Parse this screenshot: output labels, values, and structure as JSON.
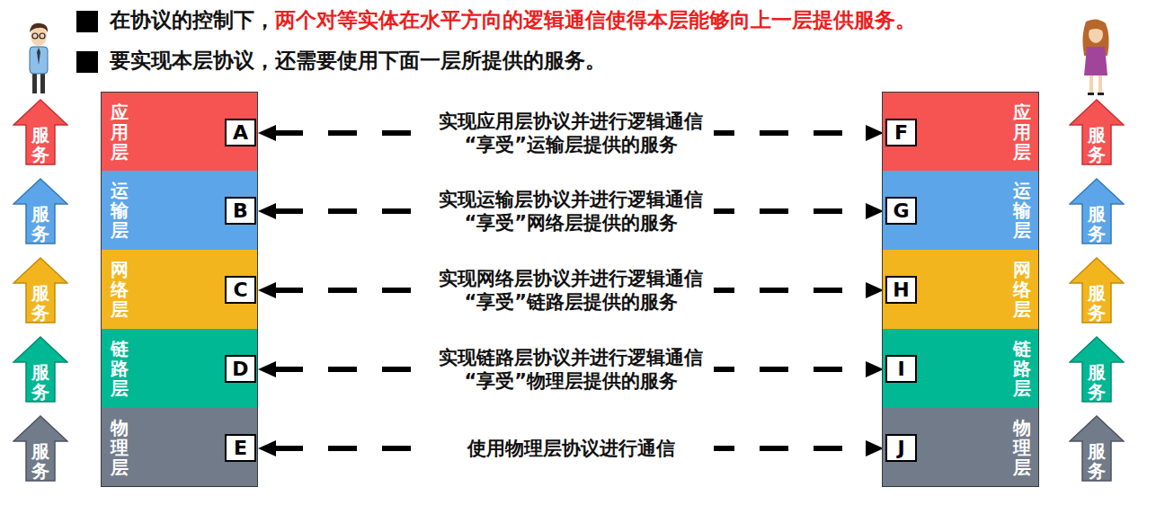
{
  "diagram": {
    "nodes": [
      {
        "text": [
          "服务"
        ]
      },
      {
        "text": [
          "应用层"
        ]
      },
      {
        "text": [
          "A"
        ],
        "in": 1
      },
      {
        "text": [
          "应用层"
        ]
      },
      {
        "text": [
          "F"
        ],
        "in": 3
      },
      {
        "text": [
          "服务"
        ]
      },
      {
        "text": [
          "服务"
        ]
      },
      {
        "text": [
          "运输层"
        ]
      },
      {
        "text": [
          "B"
        ],
        "in": 7
      },
      {
        "text": [
          "运输层"
        ]
      },
      {
        "text": [
          "G"
        ],
        "in": 9
      },
      {
        "text": [
          "服务"
        ]
      },
      {
        "text": [
          "服务"
        ]
      },
      {
        "text": [
          "网络层"
        ]
      },
      {
        "text": [
          "C"
        ],
        "in": 13
      },
      {
        "text": [
          "网络层"
        ]
      },
      {
        "text": [
          "H"
        ],
        "in": 15
      },
      {
        "text": [
          "服务"
        ]
      },
      {
        "text": [
          "服务"
        ]
      },
      {
        "text": [
          "链路层"
        ]
      },
      {
        "text": [
          "D"
        ],
        "in": 19
      },
      {
        "text": [
          "链路层"
        ]
      },
      {
        "text": [
          "I"
        ],
        "in": 21
      },
      {
        "text": [
          "服务"
        ]
      },
      {
        "text": [
          "服务"
        ]
      },
      {
        "text": [
          "物理层"
        ]
      },
      {
        "text": [
          "E"
        ],
        "in": 25
      },
      {
        "text": [
          "物理层"
        ]
      },
      {
        "text": [
          "J"
        ],
        "in": 27
      },
      {
        "text": [
          "服务"
        ]
      }
    ],
    "edges": [
      {
        "from": 2,
        "to": 4,
        "arrow": "both",
        "label": "实现应用层协议并进行逻辑通信 “享受”运输层提供的服务"
      },
      {
        "from": 8,
        "to": 10,
        "arrow": "both",
        "label": "实现运输层协议并进行逻辑通信 “享受”网络层提供的服务"
      },
      {
        "from": 14,
        "to": 16,
        "arrow": "both",
        "label": "实现网络层协议并进行逻辑通信 “享受”链路层提供的服务"
      },
      {
        "from": 20,
        "to": 22,
        "arrow": "both",
        "label": "实现链路层协议并进行逻辑通信 “享受”物理层提供的服务"
      },
      {
        "from": 26,
        "to": 28,
        "arrow": "both",
        "label": "使用物理层协议进行通信"
      }
    ],
    "labels": [
      "在协议的控制下，",
      "两个对等实体在水平方向的逻辑通信使得本层能够向上一层提供服务。",
      "要实现本层协议，还需要使用下面一层所提供的服务。"
    ]
  }
}
